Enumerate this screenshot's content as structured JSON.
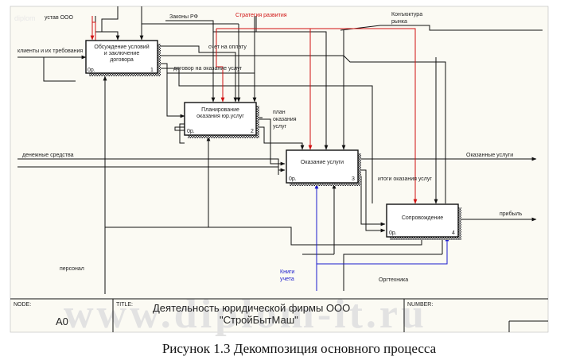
{
  "watermark": {
    "corner_text": "diplom",
    "center_text": "www.diplom-it.ru"
  },
  "diagram": {
    "boxes": [
      {
        "id": "b1",
        "lines": [
          "Обсуждение условий",
          "и заключение",
          "договора"
        ],
        "cost": "0р.",
        "num": "1"
      },
      {
        "id": "b2",
        "lines": [
          "Планирование",
          "оказания юр.услуг"
        ],
        "cost": "0р.",
        "num": "2"
      },
      {
        "id": "b3",
        "lines": [
          "Оказание услуги"
        ],
        "cost": "0р.",
        "num": "3"
      },
      {
        "id": "b4",
        "lines": [
          "Сопровождение"
        ],
        "cost": "0р.",
        "num": "4"
      }
    ],
    "arrow_labels": {
      "ustav": "устав ООО",
      "zakony": "Законы РФ",
      "strategiya": "Стратегия развития",
      "konyunktura": [
        "Конъюктура",
        "рынка"
      ],
      "klienty": "клиенты и их требования",
      "schet": "счет на оплату",
      "dogovor": "договор на оказание услуг",
      "plan": [
        "план",
        "оказания",
        "услуг"
      ],
      "denezhnye": "денежные средства",
      "okazannye": "Оказанные услуги",
      "itogi": "итоги оказания услуг",
      "pribyl": "прибыль",
      "personal": "персонал",
      "knigi": [
        "Книги",
        "учета"
      ],
      "orgtehnika": "Оргтехника"
    }
  },
  "title_block": {
    "node_label": "NODE:",
    "node_value": "A0",
    "title_label": "TITLE:",
    "title_lines": [
      "Деятельность  юридической фирмы  ООО",
      "\"СтройБытМаш\""
    ],
    "number_label": "NUMBER:"
  },
  "caption": "Рисунок 1.3 Декомпозиция основного процесса",
  "colors": {
    "control_highlight": "#d01010",
    "mechanism_highlight": "#1a1acc",
    "ink": "#111111",
    "panel": "#fbfaf3"
  }
}
